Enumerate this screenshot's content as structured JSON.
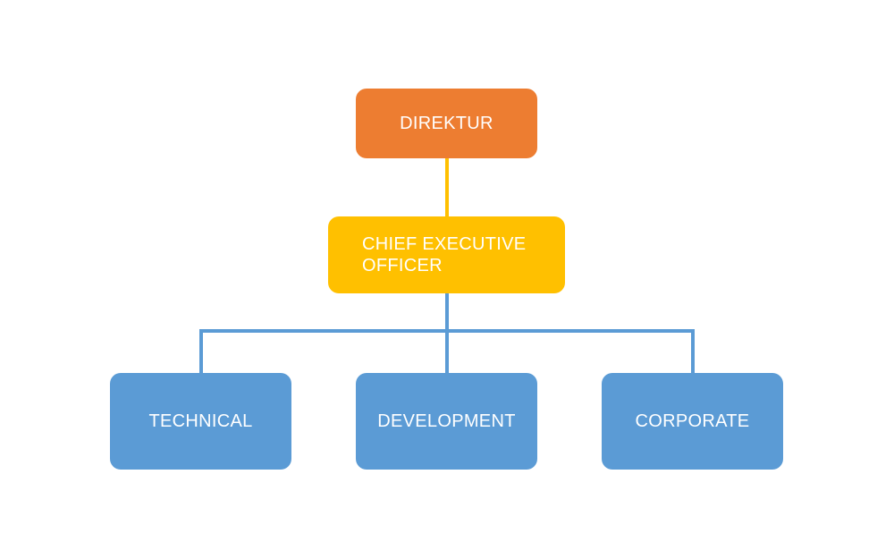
{
  "colors": {
    "direktur": "#ED7D31",
    "ceo": "#FFC000",
    "department": "#5B9BD5",
    "line_top": "#FFC000",
    "line_bottom": "#5B9BD5"
  },
  "nodes": {
    "direktur": "DIREKTUR",
    "ceo": "CHIEF EXECUTIVE OFFICER",
    "technical": "TECHNICAL",
    "development": "DEVELOPMENT",
    "corporate": "CORPORATE"
  },
  "edges": [
    {
      "from": "direktur",
      "to": "ceo"
    },
    {
      "from": "ceo",
      "to": "technical"
    },
    {
      "from": "ceo",
      "to": "development"
    },
    {
      "from": "ceo",
      "to": "corporate"
    }
  ]
}
